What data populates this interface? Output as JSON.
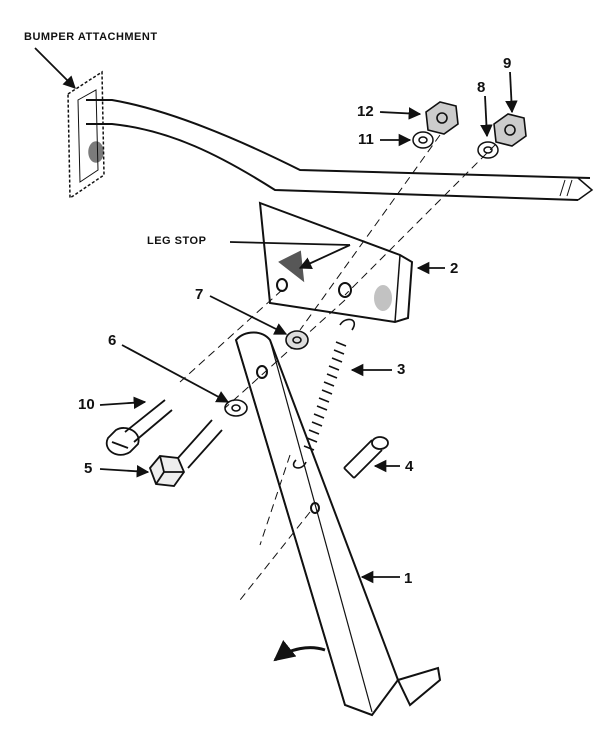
{
  "diagram": {
    "title": "BUMPER ATTACHMENT",
    "leg_stop_label": "LEG STOP",
    "parts": {
      "p1": "1",
      "p2": "2",
      "p3": "3",
      "p4": "4",
      "p5": "5",
      "p6": "6",
      "p7": "7",
      "p8": "8",
      "p9": "9",
      "p10": "10",
      "p11": "11",
      "p12": "12"
    },
    "colors": {
      "ink": "#111111",
      "paper": "#ffffff"
    }
  }
}
